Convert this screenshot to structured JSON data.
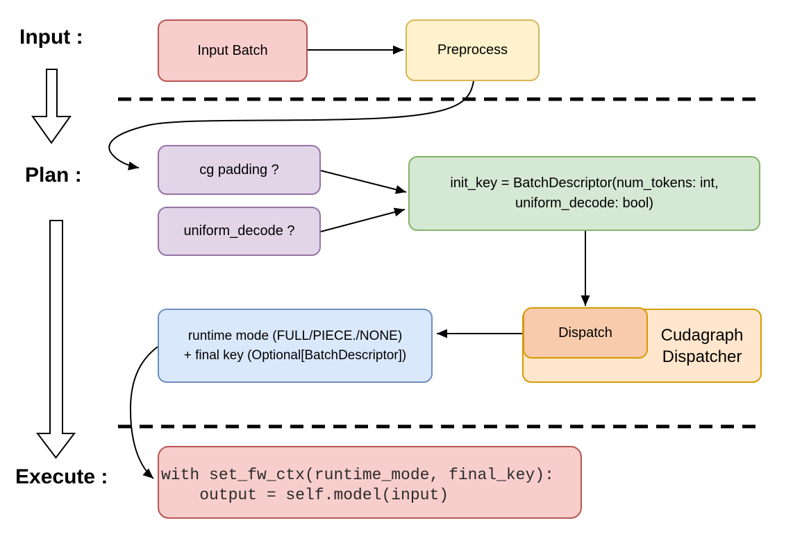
{
  "diagram": {
    "background": "#ffffff",
    "section_labels": {
      "input": "Input :",
      "plan": "Plan :",
      "execute": "Execute :"
    },
    "nodes": {
      "input_batch": {
        "label": "Input Batch",
        "fill": "#f8cecc",
        "stroke": "#b85450"
      },
      "preprocess": {
        "label": "Preprocess",
        "fill": "#fff2cc",
        "stroke": "#d6b656"
      },
      "cg_padding": {
        "label": "cg padding ?",
        "fill": "#e1d5e7",
        "stroke": "#9673a6"
      },
      "uniform_decode": {
        "label": "uniform_decode ?",
        "fill": "#e1d5e7",
        "stroke": "#9673a6"
      },
      "init_key": {
        "line1": "init_key = BatchDescriptor(num_tokens: int,",
        "line2": "uniform_decode: bool)",
        "fill": "#d5e8d4",
        "stroke": "#82b366"
      },
      "runtime_mode": {
        "line1": "runtime mode (FULL/PIECE./NONE)",
        "line2": "+ final key (Optional[BatchDescriptor])",
        "fill": "#dae8fc",
        "stroke": "#6c8ebf"
      },
      "dispatch": {
        "label": "Dispatch",
        "fill": "#f8cbad",
        "stroke": "#d79b00"
      },
      "cudagraph_dispatcher": {
        "line1": "Cudagraph",
        "line2": "Dispatcher",
        "fill": "#ffe6cc",
        "stroke": "#d79b00"
      },
      "execute_code": {
        "line1": "with set_fw_ctx(runtime_mode, final_key):",
        "line2": "    output = self.model(input)",
        "fill": "#f8cecc",
        "stroke": "#b85450"
      }
    }
  }
}
